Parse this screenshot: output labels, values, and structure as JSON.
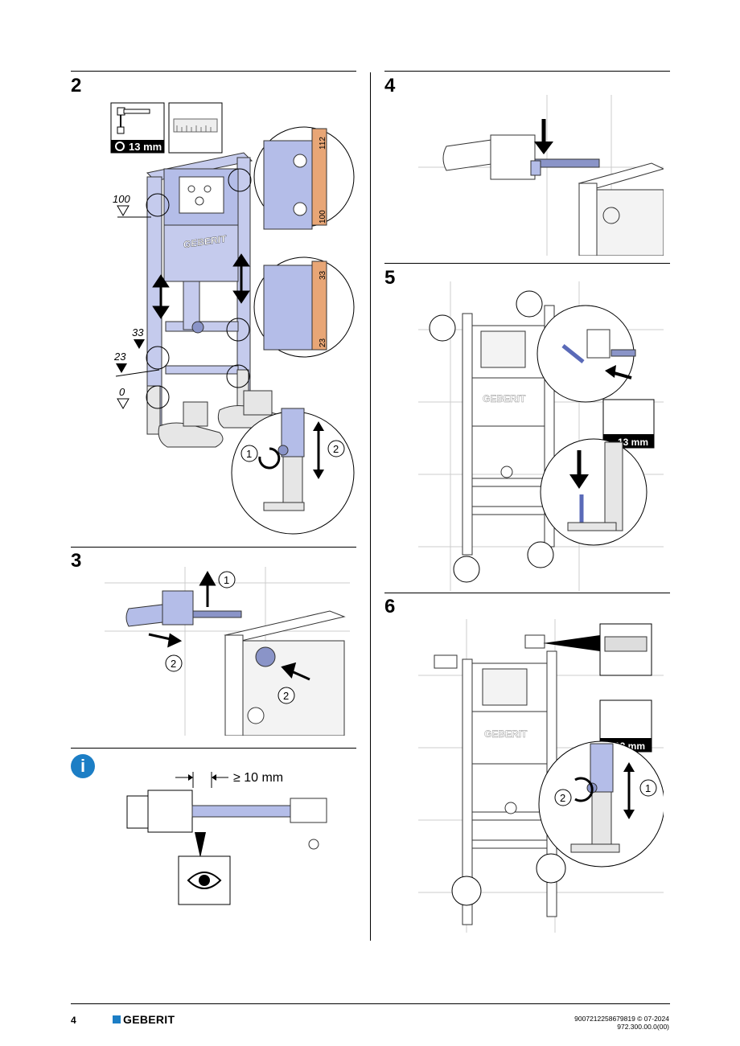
{
  "page": {
    "number": "4",
    "brand": "GEBERIT",
    "doc_ref_line1": "9007212258679819 © 07-2024",
    "doc_ref_line2": "972.300.00.0(00)"
  },
  "steps": {
    "s2": {
      "num": "2",
      "tool_label": "13 mm",
      "heights": [
        "100",
        "33",
        "23",
        "0"
      ],
      "scale_top": [
        "112",
        "100"
      ],
      "scale_bottom": [
        "33",
        "23"
      ],
      "circle_1": "1",
      "circle_2": "2",
      "logo_text": "GEBERIT"
    },
    "s3": {
      "num": "3",
      "circle_1": "1",
      "circle_2a": "2",
      "circle_2b": "2"
    },
    "info": {
      "icon": "i",
      "distance": "≥ 10 mm"
    },
    "s4": {
      "num": "4"
    },
    "s5": {
      "num": "5",
      "tool_label": "13 mm",
      "logo_text": "GEBERIT"
    },
    "s6": {
      "num": "6",
      "tool_label": "13 mm",
      "circle_1": "1",
      "circle_2": "2",
      "logo_text": "GEBERIT"
    }
  },
  "colors": {
    "accent_blue": "#b4bde8",
    "brand_blue": "#1c7ec5",
    "info_blue": "#1c7ec5"
  }
}
